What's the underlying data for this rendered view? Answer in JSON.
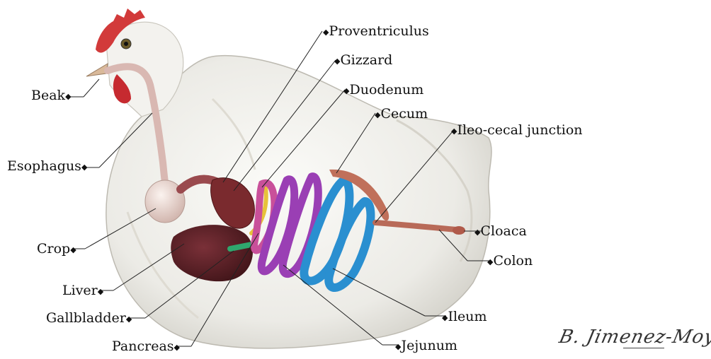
{
  "labels": {
    "proventriculus": "Proventriculus",
    "gizzard": "Gizzard",
    "duodenum": "Duodenum",
    "cecum": "Cecum",
    "ileo_cecal": "Ileo-cecal junction",
    "beak": "Beak",
    "esophagus": "Esophagus",
    "crop": "Crop",
    "liver": "Liver",
    "gallbladder": "Gallbladder",
    "pancreas": "Pancreas",
    "cloaca": "Cloaca",
    "colon": "Colon",
    "ileum": "Ileum",
    "jejunum": "Jejunum"
  },
  "signature": "B. Jimenez-Moya",
  "colors": {
    "liver": "#5a2128",
    "gizzard": "#7a2a2e",
    "crop": "#e8d8d2",
    "esophagus": "#d9b8b2",
    "gallbladder": "#2fa86e",
    "pancreas": "#e7c23a",
    "duodenum": "#c9509a",
    "jejunum": "#9a3fb4",
    "ileum": "#2a8fd0",
    "cecum": "#c0705a",
    "comb": "#d23a3a"
  }
}
